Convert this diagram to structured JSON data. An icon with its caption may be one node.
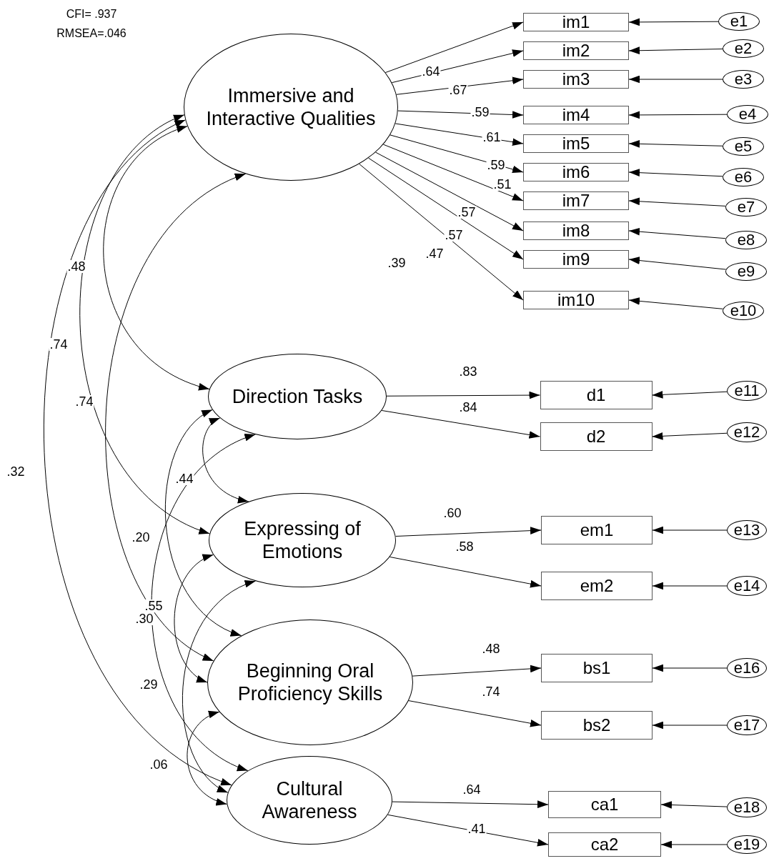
{
  "diagram": {
    "nodes": [
      {
        "text": [
          "Immersive and Interactive Qualities"
        ]
      },
      {
        "text": [
          "im1"
        ]
      },
      {
        "text": [
          "im2"
        ]
      },
      {
        "text": [
          "im3"
        ]
      },
      {
        "text": [
          "im4"
        ]
      },
      {
        "text": [
          "im5"
        ]
      },
      {
        "text": [
          "im6"
        ]
      },
      {
        "text": [
          "im7"
        ]
      },
      {
        "text": [
          "im8"
        ]
      },
      {
        "text": [
          "im9"
        ]
      },
      {
        "text": [
          "im10"
        ]
      },
      {
        "text": [
          "e1"
        ]
      },
      {
        "text": [
          "e2"
        ]
      },
      {
        "text": [
          "e3"
        ]
      },
      {
        "text": [
          "e4"
        ]
      },
      {
        "text": [
          "e5"
        ]
      },
      {
        "text": [
          "e6"
        ]
      },
      {
        "text": [
          "e7"
        ]
      },
      {
        "text": [
          "e8"
        ]
      },
      {
        "text": [
          "e9"
        ]
      },
      {
        "text": [
          "e10"
        ]
      },
      {
        "text": [
          "Direction Tasks"
        ]
      },
      {
        "text": [
          "d1"
        ]
      },
      {
        "text": [
          "d2"
        ]
      },
      {
        "text": [
          "e11"
        ]
      },
      {
        "text": [
          "e12"
        ]
      },
      {
        "text": [
          "Expressing of Emotions"
        ]
      },
      {
        "text": [
          "em1"
        ]
      },
      {
        "text": [
          "em2"
        ]
      },
      {
        "text": [
          "e13"
        ]
      },
      {
        "text": [
          "e14"
        ]
      },
      {
        "text": [
          "Beginning Oral Proficiency Skills"
        ]
      },
      {
        "text": [
          "bs1"
        ]
      },
      {
        "text": [
          "bs2"
        ]
      },
      {
        "text": [
          "e16"
        ]
      },
      {
        "text": [
          "e17"
        ]
      },
      {
        "text": [
          "Cultural Awareness"
        ]
      },
      {
        "text": [
          "ca1"
        ]
      },
      {
        "text": [
          "ca2"
        ]
      },
      {
        "text": [
          "e18"
        ]
      },
      {
        "text": [
          "e19"
        ]
      }
    ],
    "edges": [
      {
        "from": 0,
        "to": 1,
        "arrow": "to"
      },
      {
        "from": 0,
        "to": 2,
        "arrow": "to",
        "label": ".64"
      },
      {
        "from": 0,
        "to": 3,
        "arrow": "to",
        "label": ".67"
      },
      {
        "from": 0,
        "to": 4,
        "arrow": "to",
        "label": ".59"
      },
      {
        "from": 0,
        "to": 5,
        "arrow": "to",
        "label": ".61"
      },
      {
        "from": 0,
        "to": 6,
        "arrow": "to",
        "label": ".59"
      },
      {
        "from": 0,
        "to": 7,
        "arrow": "to",
        "label": ".51"
      },
      {
        "from": 0,
        "to": 8,
        "arrow": "to",
        "label": ".57"
      },
      {
        "from": 0,
        "to": 9,
        "arrow": "to",
        "label": ".57"
      },
      {
        "from": 0,
        "to": 10,
        "arrow": "to",
        "label": ".47"
      },
      {
        "from": 11,
        "to": 1,
        "arrow": "to"
      },
      {
        "from": 12,
        "to": 2,
        "arrow": "to"
      },
      {
        "from": 13,
        "to": 3,
        "arrow": "to"
      },
      {
        "from": 14,
        "to": 4,
        "arrow": "to"
      },
      {
        "from": 15,
        "to": 5,
        "arrow": "to"
      },
      {
        "from": 16,
        "to": 6,
        "arrow": "to"
      },
      {
        "from": 17,
        "to": 7,
        "arrow": "to"
      },
      {
        "from": 18,
        "to": 8,
        "arrow": "to"
      },
      {
        "from": 19,
        "to": 9,
        "arrow": "to"
      },
      {
        "from": 20,
        "to": 10,
        "arrow": "to"
      },
      {
        "from": 21,
        "to": 22,
        "arrow": "to",
        "label": ".83"
      },
      {
        "from": 21,
        "to": 23,
        "arrow": "to",
        "label": ".84"
      },
      {
        "from": 24,
        "to": 22,
        "arrow": "to"
      },
      {
        "from": 25,
        "to": 23,
        "arrow": "to"
      },
      {
        "from": 26,
        "to": 27,
        "arrow": "to",
        "label": ".60"
      },
      {
        "from": 26,
        "to": 28,
        "arrow": "to",
        "label": ".58"
      },
      {
        "from": 29,
        "to": 27,
        "arrow": "to"
      },
      {
        "from": 30,
        "to": 28,
        "arrow": "to"
      },
      {
        "from": 31,
        "to": 32,
        "arrow": "to",
        "label": ".48"
      },
      {
        "from": 31,
        "to": 33,
        "arrow": "to",
        "label": ".74"
      },
      {
        "from": 34,
        "to": 32,
        "arrow": "to"
      },
      {
        "from": 35,
        "to": 33,
        "arrow": "to"
      },
      {
        "from": 36,
        "to": 37,
        "arrow": "to",
        "label": ".64"
      },
      {
        "from": 36,
        "to": 38,
        "arrow": "to",
        "label": ".41"
      },
      {
        "from": 39,
        "to": 37,
        "arrow": "to"
      },
      {
        "from": 40,
        "to": 38,
        "arrow": "to"
      },
      {
        "from": 0,
        "to": 21,
        "arrow": "both"
      },
      {
        "from": 0,
        "to": 26,
        "arrow": "both"
      },
      {
        "from": 0,
        "to": 31,
        "arrow": "both"
      },
      {
        "from": 0,
        "to": 36,
        "arrow": "both"
      },
      {
        "from": 21,
        "to": 26,
        "arrow": "both"
      },
      {
        "from": 21,
        "to": 31,
        "arrow": "both"
      },
      {
        "from": 21,
        "to": 36,
        "arrow": "both"
      },
      {
        "from": 26,
        "to": 31,
        "arrow": "both"
      },
      {
        "from": 26,
        "to": 36,
        "arrow": "both"
      },
      {
        "from": 31,
        "to": 36,
        "arrow": "both"
      }
    ],
    "labels": [
      "CFI= .937",
      "RMSEA=.046",
      ".39",
      ".48",
      ".74",
      ".74",
      ".32",
      ".44",
      ".20",
      ".55",
      ".30",
      ".29",
      ".06"
    ]
  }
}
